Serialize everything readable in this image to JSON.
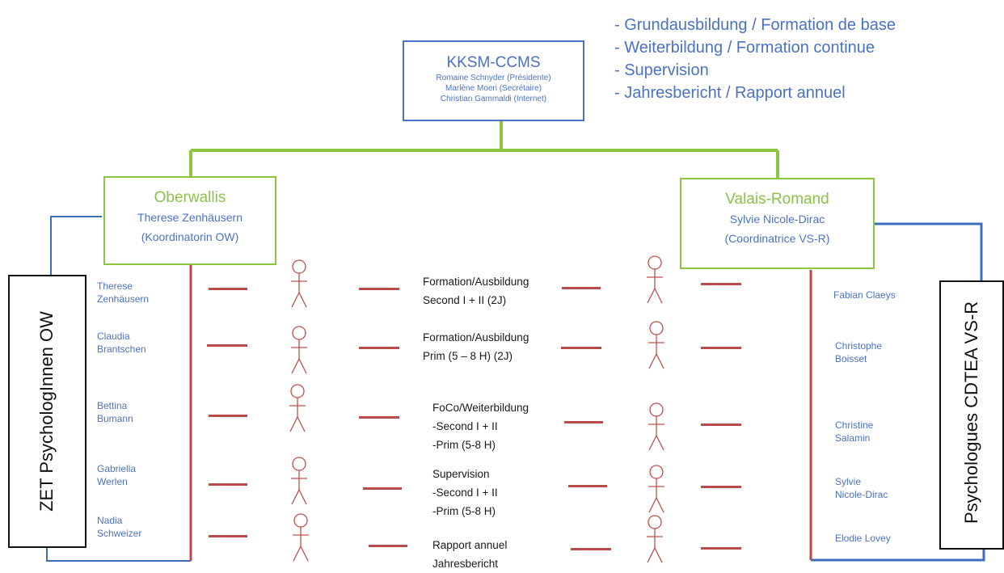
{
  "bullets": [
    "- Grundausbildung / Formation de base",
    "- Weiterbildung / Formation continue",
    "- Supervision",
    "- Jahresbericht / Rapport annuel"
  ],
  "top_box": {
    "title": "KKSM-CCMS",
    "lines": [
      "Romaine Schnyder (Présidente)",
      "Marlène Moeri (Secrétaire)",
      "Christian Gammaldi (Internet)"
    ]
  },
  "left_region": {
    "title": "Oberwallis",
    "coordinator": "Therese Zenhäusern",
    "role": "(Koordinatorin OW)",
    "group_label": "ZET PsychologInnen OW",
    "members": [
      [
        "Therese",
        "Zenhäusern"
      ],
      [
        "Claudia",
        "Brantschen"
      ],
      [
        "Bettina",
        "Bumann"
      ],
      [
        "Gabriella",
        "Werlen"
      ],
      [
        "Nadia",
        "Schweizer"
      ]
    ]
  },
  "right_region": {
    "title": "Valais-Romand",
    "coordinator": "Sylvie Nicole-Dirac",
    "role": "(Coordinatrice VS-R)",
    "group_label": "Psychologues CDTEA VS-R",
    "members": [
      [
        "Fabian Claeys"
      ],
      [
        "Christophe",
        "Boisset"
      ],
      [
        "Christine",
        "Salamin"
      ],
      [
        "Sylvie",
        "Nicole-Dirac"
      ],
      [
        "Elodie Lovey"
      ]
    ]
  },
  "activities": [
    [
      "Formation/Ausbildung",
      "Second I + II (2J)"
    ],
    [
      "Formation/Ausbildung",
      "Prim (5 – 8 H) (2J)"
    ],
    [
      "FoCo/Weiterbildung",
      "-Second I + II",
      "-Prim (5-8 H)"
    ],
    [
      "Supervision",
      "-Second I + II",
      "-Prim (5-8 H)"
    ],
    [
      "Rapport annuel",
      "Jahresbericht"
    ]
  ],
  "colors": {
    "blue": "#4a72c4",
    "green": "#8bc34a",
    "red": "#b84a4a",
    "line_blue": "#3d6fb8"
  }
}
